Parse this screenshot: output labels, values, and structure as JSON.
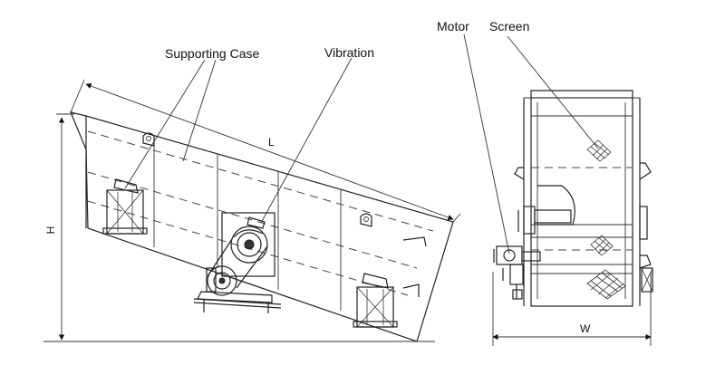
{
  "labels": {
    "supporting_case": "Supporting Case",
    "vibration": "Vibration",
    "motor": "Motor",
    "screen": "Screen"
  },
  "dimensions": {
    "length": "L",
    "height": "H",
    "width": "W"
  }
}
